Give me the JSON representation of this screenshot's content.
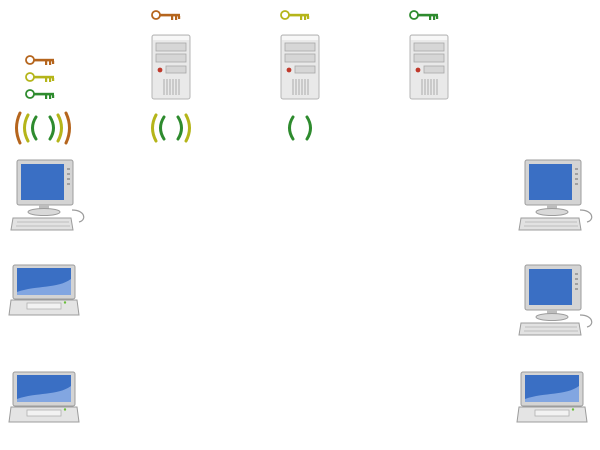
{
  "colors": {
    "key_brown": "#b5651d",
    "key_yellow": "#b5b51a",
    "key_green": "#2e8b2e",
    "screen_blue": "#3a6fc4",
    "screen_blue_light": "#8fb0e6",
    "device_gray": "#c8c8c8",
    "device_gray_dark": "#8c8c8c",
    "server_light": "#e6e6e6",
    "server_led": "#c0392b"
  },
  "legend": {
    "keys": [
      {
        "name": "brown-key",
        "color": "#b5651d"
      },
      {
        "name": "yellow-key",
        "color": "#b5b51a"
      },
      {
        "name": "green-key",
        "color": "#2e8b2e"
      }
    ]
  },
  "servers": [
    {
      "name": "server-brown",
      "key_color": "#b5651d"
    },
    {
      "name": "server-yellow",
      "key_color": "#b5b51a"
    },
    {
      "name": "server-green",
      "key_color": "#2e8b2e"
    }
  ],
  "signals": [
    {
      "name": "signal-legend",
      "arcs": [
        "#b5651d",
        "#b5b51a",
        "#2e8b2e"
      ]
    },
    {
      "name": "signal-server-brown",
      "arcs": [
        "#b5b51a",
        "#2e8b2e"
      ]
    },
    {
      "name": "signal-server-yellow",
      "arcs": [
        "#2e8b2e"
      ]
    }
  ],
  "clients_left": [
    {
      "name": "desktop-left-1",
      "icon": "desktop-icon"
    },
    {
      "name": "laptop-left-2",
      "icon": "laptop-icon"
    },
    {
      "name": "laptop-left-3",
      "icon": "laptop-icon"
    }
  ],
  "clients_right": [
    {
      "name": "desktop-right-1",
      "icon": "desktop-icon"
    },
    {
      "name": "desktop-right-2",
      "icon": "desktop-icon"
    },
    {
      "name": "laptop-right-3",
      "icon": "laptop-icon"
    }
  ]
}
